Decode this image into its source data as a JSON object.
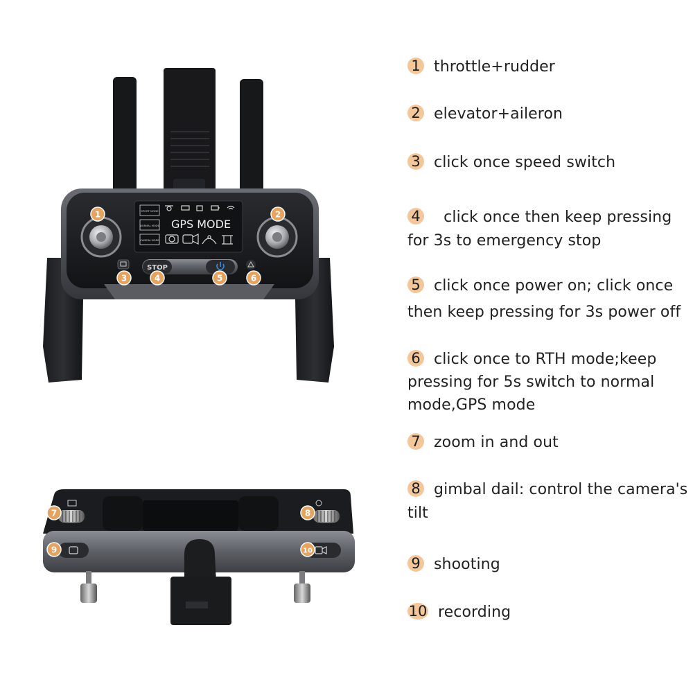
{
  "colors": {
    "badge": "#e6a25f",
    "badge_light": "#f3c79a",
    "controller_body": "#1b1c1f",
    "controller_frame": "#4a4c52",
    "screen": "#111214",
    "screen_text": "#e8e8e8",
    "power_button": "#3a8fe0"
  },
  "screen": {
    "gps_mode": "GPS MODE",
    "modes": [
      "SPORT MODE",
      "NORMAL MODE",
      "CAMERA MODE"
    ]
  },
  "stop_button": "STOP",
  "icons": [
    "drone-icon",
    "camera-icon",
    "video-icon",
    "wifi-icon",
    "battery-icon",
    "rth-icon",
    "speed-icon",
    "power-icon",
    "zoom-icon",
    "gimbal-icon"
  ],
  "callouts": [
    "1",
    "2",
    "3",
    "4",
    "5",
    "6",
    "7",
    "8",
    "9",
    "10"
  ],
  "legend": [
    {
      "num": "1",
      "text": "throttle+rudder"
    },
    {
      "num": "2",
      "text": "elevator+aileron"
    },
    {
      "num": "3",
      "text": "click once speed switch"
    },
    {
      "num": "4",
      "text": "  click once then keep pressing for 3s to emergency stop"
    },
    {
      "num": "5",
      "text": "click once power on; click once then keep pressing for 3s power off"
    },
    {
      "num": "6",
      "text": "click once to RTH mode;keep pressing for 5s switch to normal mode,GPS mode"
    },
    {
      "num": "7",
      "text": "zoom in and out"
    },
    {
      "num": "8",
      "text": "gimbal dail: control the camera's tilt"
    },
    {
      "num": "9",
      "text": "shooting"
    },
    {
      "num": "10",
      "text": "recording"
    }
  ]
}
